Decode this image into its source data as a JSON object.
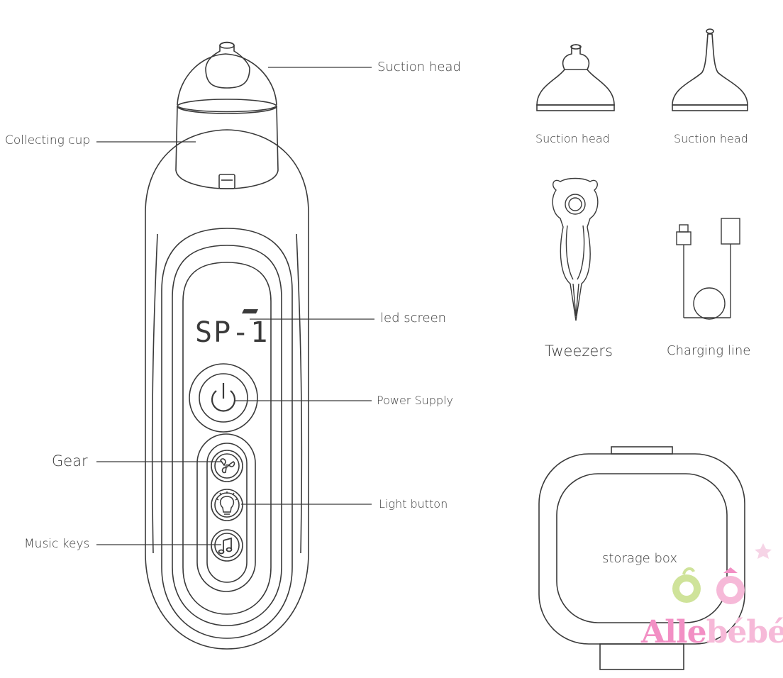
{
  "labels": {
    "suction_head": "Suction head",
    "collecting_cup": "Collecting cup",
    "led_screen": "led screen",
    "power_supply": "Power Supply",
    "gear": "Gear",
    "light_button": "Light button",
    "music_keys": "Music keys",
    "accessory_suction_head_1": "Suction head",
    "accessory_suction_head_2": "Suction head",
    "tweezers": "Tweezers",
    "charging_line": "Charging line",
    "storage_box": "storage box"
  },
  "screen": {
    "text": "SP-1"
  },
  "brand": {
    "part1": "Alle",
    "part2": "bébé"
  },
  "colors": {
    "line": "#3a3a3a",
    "brand_pink": "#f28fc4",
    "brand_pink_light": "#f6b9d8",
    "brand_green": "#cfe39a"
  }
}
